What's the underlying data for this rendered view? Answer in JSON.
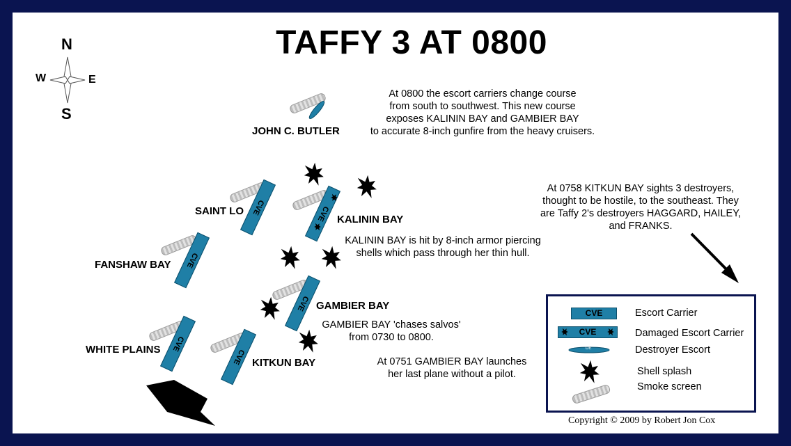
{
  "title": "TAFFY 3 AT 0800",
  "compass": {
    "n": "N",
    "s": "S",
    "w": "W",
    "e": "E"
  },
  "ships": {
    "john_c_butler": "JOHN C. BUTLER",
    "saint_lo": "SAINT LO",
    "kalinin_bay": "KALININ BAY",
    "fanshaw_bay": "FANSHAW BAY",
    "gambier_bay": "GAMBIER BAY",
    "white_plains": "WHITE PLAINS",
    "kitkun_bay": "KITKUN BAY"
  },
  "cve_label": "CVE",
  "notes": {
    "course_change": [
      "At 0800 the escort carriers change course",
      "from south to southwest.  This new course",
      "exposes KALININ BAY and GAMBIER BAY",
      "to accurate 8-inch gunfire from the heavy cruisers."
    ],
    "kitkun_sight": [
      "At 0758 KITKUN BAY sights 3 destroyers,",
      "thought to be hostile, to the southeast.  They",
      "are Taffy 2's destroyers HAGGARD, HAILEY,",
      "and FRANKS."
    ],
    "kalinin_hit": [
      "KALININ BAY is hit by 8-inch armor piercing",
      "shells which pass through her thin hull."
    ],
    "gambier_chase": [
      "GAMBIER BAY 'chases salvos'",
      "from 0730 to 0800."
    ],
    "gambier_plane": [
      "At 0751 GAMBIER BAY launches",
      "her last plane without a pilot."
    ]
  },
  "legend": {
    "cve_label": "CVE",
    "escort_carrier": "Escort Carrier",
    "damaged_escort_carrier": "Damaged Escort Carrier",
    "de_label": "DE",
    "destroyer_escort": "Destroyer Escort",
    "shell_splash": "Shell splash",
    "smoke_screen": "Smoke screen"
  },
  "copyright": "Copyright © 2009 by Robert Jon Cox"
}
